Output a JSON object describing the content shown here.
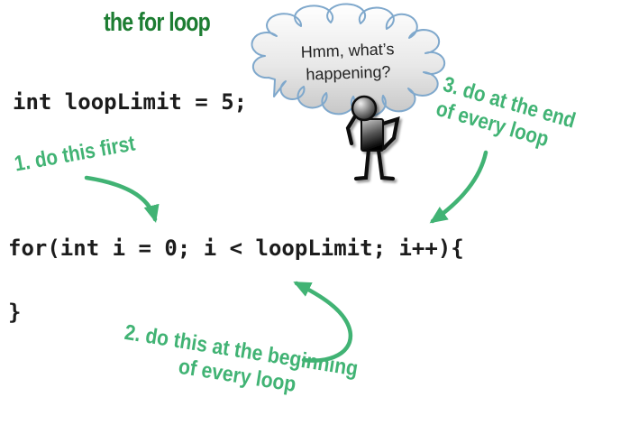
{
  "title": "the for loop",
  "thought_bubble": {
    "line1": "Hmm, what’s",
    "line2": "happening?"
  },
  "code": {
    "declaration": "int loopLimit = 5;",
    "for_statement": "for(int i = 0; i < loopLimit; i++){",
    "closing_brace": "}"
  },
  "annotations": {
    "step1": "1. do this first",
    "step2_line1": "2. do this at the beginning",
    "step2_line2": "of every loop",
    "step3_line1": "3. do at the end",
    "step3_line2": "of every loop"
  },
  "icons": {
    "thought_cloud": "thought-cloud-icon",
    "thinking_person": "thinking-person-icon",
    "arrow_step1": "curved-arrow-down-icon",
    "arrow_step2": "curved-arrow-up-left-icon",
    "arrow_step3": "curved-arrow-down-left-icon"
  },
  "colors": {
    "title_green": "#1d7d32",
    "annotation_green": "#41b374",
    "code_text": "#1c1c1c",
    "cloud_stroke": "#7fa8cc",
    "bubble_text": "#222222",
    "background": "#ffffff"
  }
}
